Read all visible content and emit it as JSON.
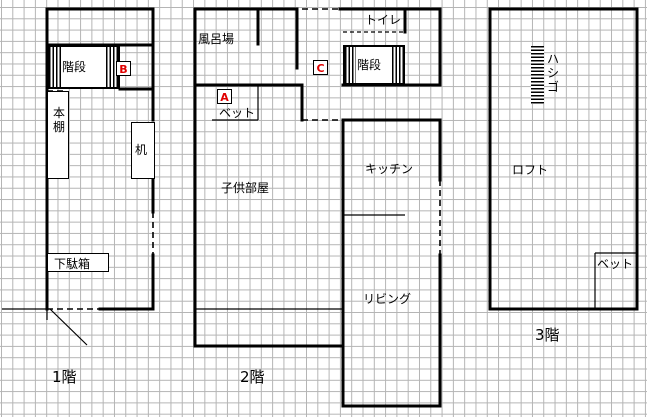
{
  "floors": {
    "f1": {
      "title": "1階",
      "rooms": {
        "stairs": "階段",
        "bookshelf": "本棚",
        "desk": "机",
        "shoe_box": "下駄箱"
      },
      "marker": "B"
    },
    "f2": {
      "title": "2階",
      "rooms": {
        "bath": "風呂場",
        "toilet": "トイレ",
        "stairs": "階段",
        "bed": "ベット",
        "kids_room": "子供部屋",
        "kitchen": "キッチン",
        "living": "リビング"
      },
      "markers": {
        "a": "A",
        "c": "C"
      }
    },
    "f3": {
      "title": "3階",
      "rooms": {
        "ladder": "ハシゴ",
        "loft": "ロフト",
        "bed": "ベット"
      }
    }
  },
  "colors": {
    "marker_text": "#e00000",
    "grid": "#b4b4b4",
    "walls": "#000000"
  }
}
